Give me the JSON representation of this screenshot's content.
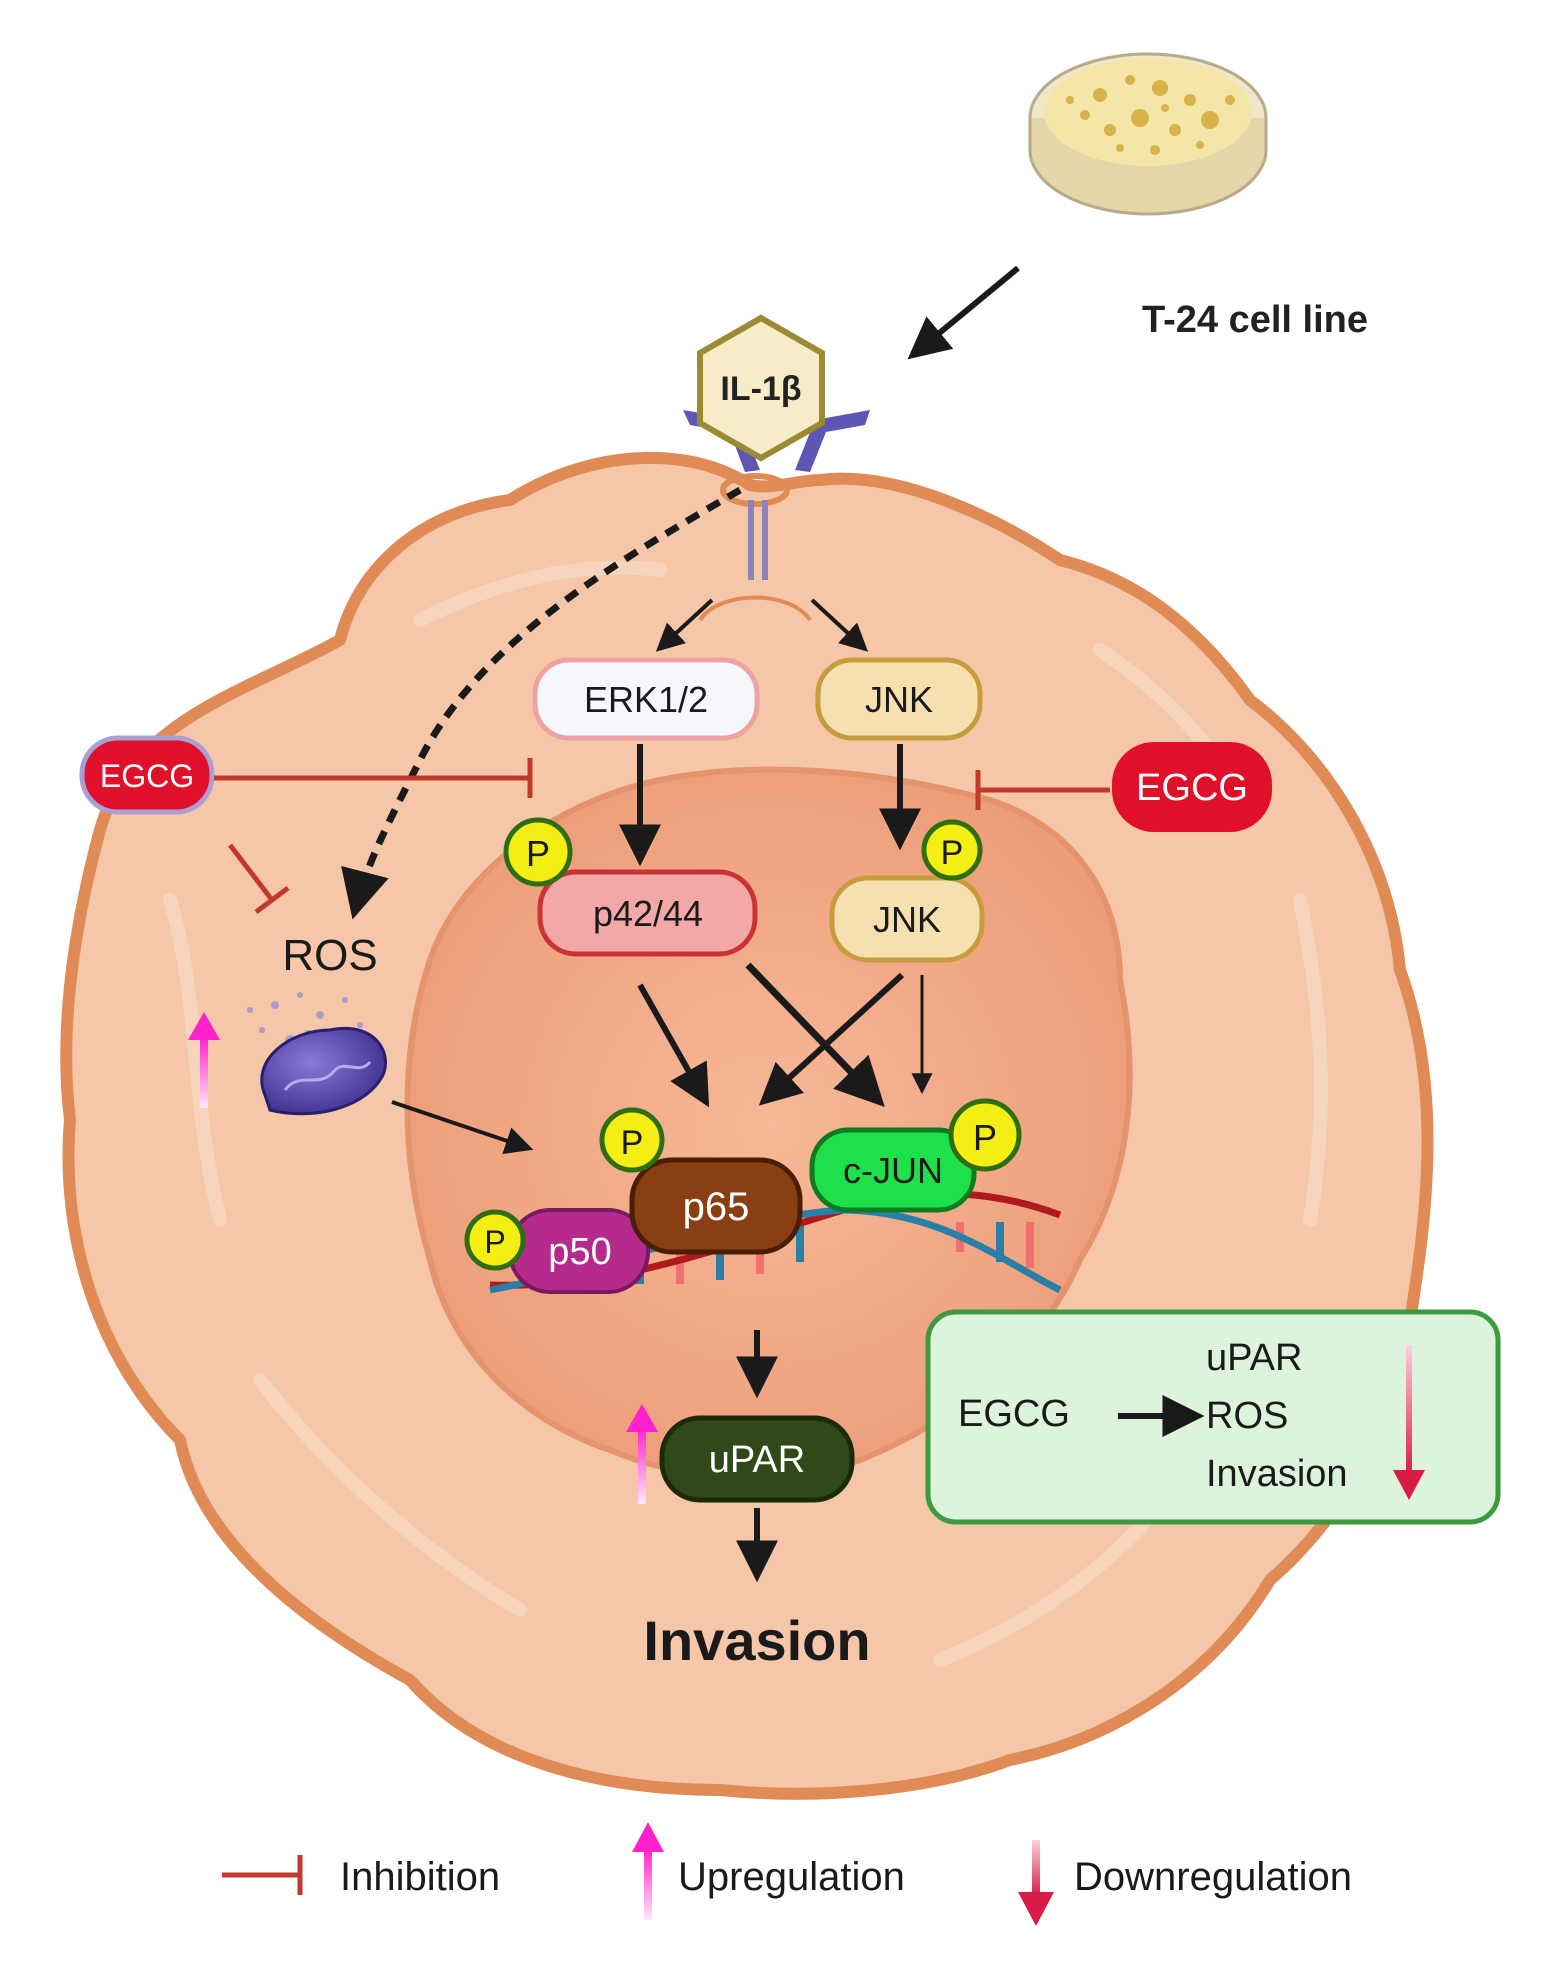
{
  "source": {
    "cell_line_label": "T-24 cell line",
    "ligand_label": "IL-1β"
  },
  "kinases": {
    "erk_label": "ERK1/2",
    "jnk_label": "JNK",
    "p_erk_label": "p42/44",
    "p_jnk_label": "JNK"
  },
  "inhibitors": {
    "left_label": "EGCG",
    "right_label": "EGCG"
  },
  "mito": {
    "ros_label": "ROS"
  },
  "nucleus": {
    "p65_label": "p65",
    "p50_label": "p50",
    "cjun_label": "c-JUN",
    "phospho_label": "P"
  },
  "outputs": {
    "upar_label": "uPAR",
    "invasion_label": "Invasion"
  },
  "summary": {
    "egcg_label": "EGCG",
    "targets": [
      "uPAR",
      "ROS",
      "Invasion"
    ]
  },
  "legend": {
    "inhibition_label": "Inhibition",
    "upregulation_label": "Upregulation",
    "downregulation_label": "Downregulation"
  },
  "colors": {
    "inhibit": "#c0392b",
    "upregulate": "#ff22cc",
    "downregulate": "#d81b45",
    "cell_fill": "#f6c6a8",
    "cell_outline": "#e08a55",
    "nucleus_fill": "#f2ab88",
    "egcg": "#e0102a",
    "phospho": "#f5ee13",
    "p65": "#8a3f12",
    "p50": "#b52a8a",
    "cjun": "#1ee04a",
    "upar": "#2f4a18",
    "summary_bg": "#dcf3dc",
    "summary_border": "#3e9a3e"
  }
}
